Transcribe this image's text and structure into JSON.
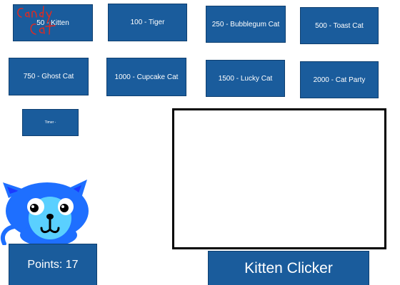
{
  "shop": {
    "items": [
      {
        "label": "50 - Kitten"
      },
      {
        "label": "100 - Tiger"
      },
      {
        "label": "250 - Bubblegum Cat"
      },
      {
        "label": "500 - Toast Cat"
      },
      {
        "label": "750 - Ghost Cat"
      },
      {
        "label": "1000 - Cupcake Cat"
      },
      {
        "label": "1500 - Lucky Cat"
      },
      {
        "label": "2000 - Cat Party"
      },
      {
        "label": "Timer -"
      }
    ]
  },
  "logo_text": "Candy Cat",
  "points_label": "Points: 17",
  "clicker_label": "Kitten Clicker",
  "colors": {
    "button_blue": "#1a5c9c",
    "logo_red": "#e8281c",
    "cat_blue": "#1e6fff",
    "cat_light": "#5ad0ff"
  }
}
